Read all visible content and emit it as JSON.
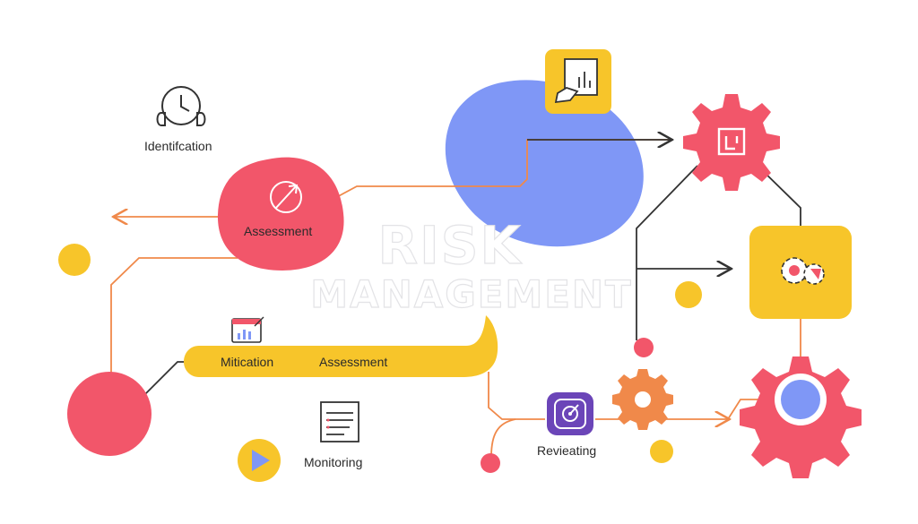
{
  "diagram": {
    "title_line1": "RISK",
    "title_line2": "MANAGEMENT",
    "labels": {
      "identification": "Identifcation",
      "assessment": "Assessment",
      "mitigation": "Mitication",
      "mitigation_assessment": "Assessment",
      "monitoring": "Monitoring",
      "reviewing": "Revieating"
    },
    "icons": {
      "identification": "clock-headset-icon",
      "assessment": "target-arrow-icon",
      "mitigation": "bar-chart-browser-icon",
      "monitoring": "document-list-icon",
      "play": "play-icon",
      "reviewing": "gauge-icon",
      "top_card": "hand-chart-icon",
      "gear_top": "gear-icon",
      "gear_card": "gears-icon",
      "gear_bottom": "gear-icon",
      "gear_small": "gear-icon"
    },
    "colors": {
      "coral": "#F2566A",
      "yellow": "#F7C52A",
      "blue": "#7F97F6",
      "orange": "#F0894A",
      "purple": "#6B45B8",
      "line_dark": "#333333"
    }
  }
}
